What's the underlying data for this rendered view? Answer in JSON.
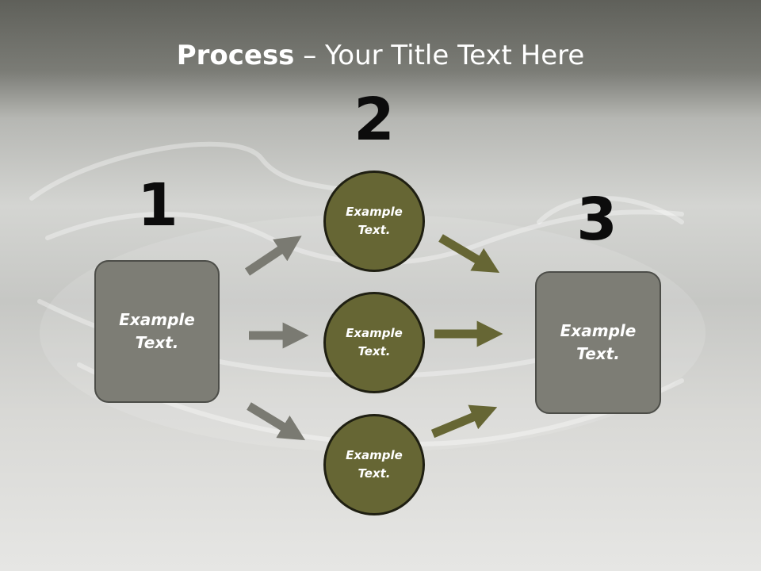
{
  "title": {
    "bold": "Process",
    "rest": " – Your Title Text Here"
  },
  "steps": {
    "one": {
      "number": "1",
      "text": "Example\nText."
    },
    "two": {
      "number": "2",
      "items": [
        {
          "text": "Example\nText."
        },
        {
          "text": "Example\nText."
        },
        {
          "text": "Example\nText."
        }
      ]
    },
    "three": {
      "number": "3",
      "text": "Example\nText."
    }
  },
  "colors": {
    "box_fill": "#7d7d75",
    "circle_fill": "#666634",
    "arrow_gray": "#7a7a72",
    "arrow_olive": "#666634"
  }
}
